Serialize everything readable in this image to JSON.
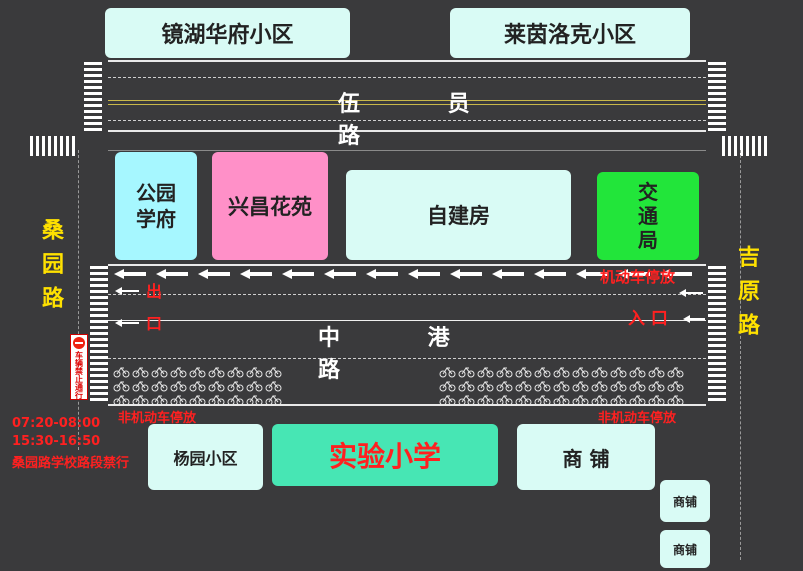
{
  "residential": {
    "jinghu": "镜湖华府小区",
    "laiyin": "莱茵洛克小区"
  },
  "roads": {
    "wuyuan": "伍 员 路",
    "zhonggang": "中 港 路",
    "sangyuan": "桑园路",
    "jiyuan": "吉原路"
  },
  "buildings": {
    "gongyuan": "公园学府",
    "xingchang": "兴昌花苑",
    "zijianfang": "自建房",
    "jiaotongju": "交通局",
    "yangyuan": "杨园小区",
    "school": "实验小学",
    "shop_main": "商 铺",
    "shop_small_1": "商铺",
    "shop_small_2": "商铺"
  },
  "labels": {
    "exit_char_1": "出",
    "exit_char_2": "口",
    "entrance": "入 口",
    "motor_parking": "机动车停放",
    "nonmotor_parking_left": "非机动车停放",
    "nonmotor_parking_right": "非机动车停放",
    "no_vehicles_sign": "车辆禁止通行"
  },
  "notice": {
    "time1": "07:20-08:00",
    "time2": "15:30-16:50",
    "rule": "桑园路学校路段禁行"
  },
  "colors": {
    "background": "#3a3a3c",
    "residential_block": "#d9fbf5",
    "gongyuan": "#a6f7ff",
    "xingchang": "#ff90c8",
    "zijianfang": "#d9fbf5",
    "jiaotongju": "#22e53a",
    "school": "#47e6b4",
    "road_name_side": "#ffe100",
    "warning_red": "#ff2020"
  }
}
